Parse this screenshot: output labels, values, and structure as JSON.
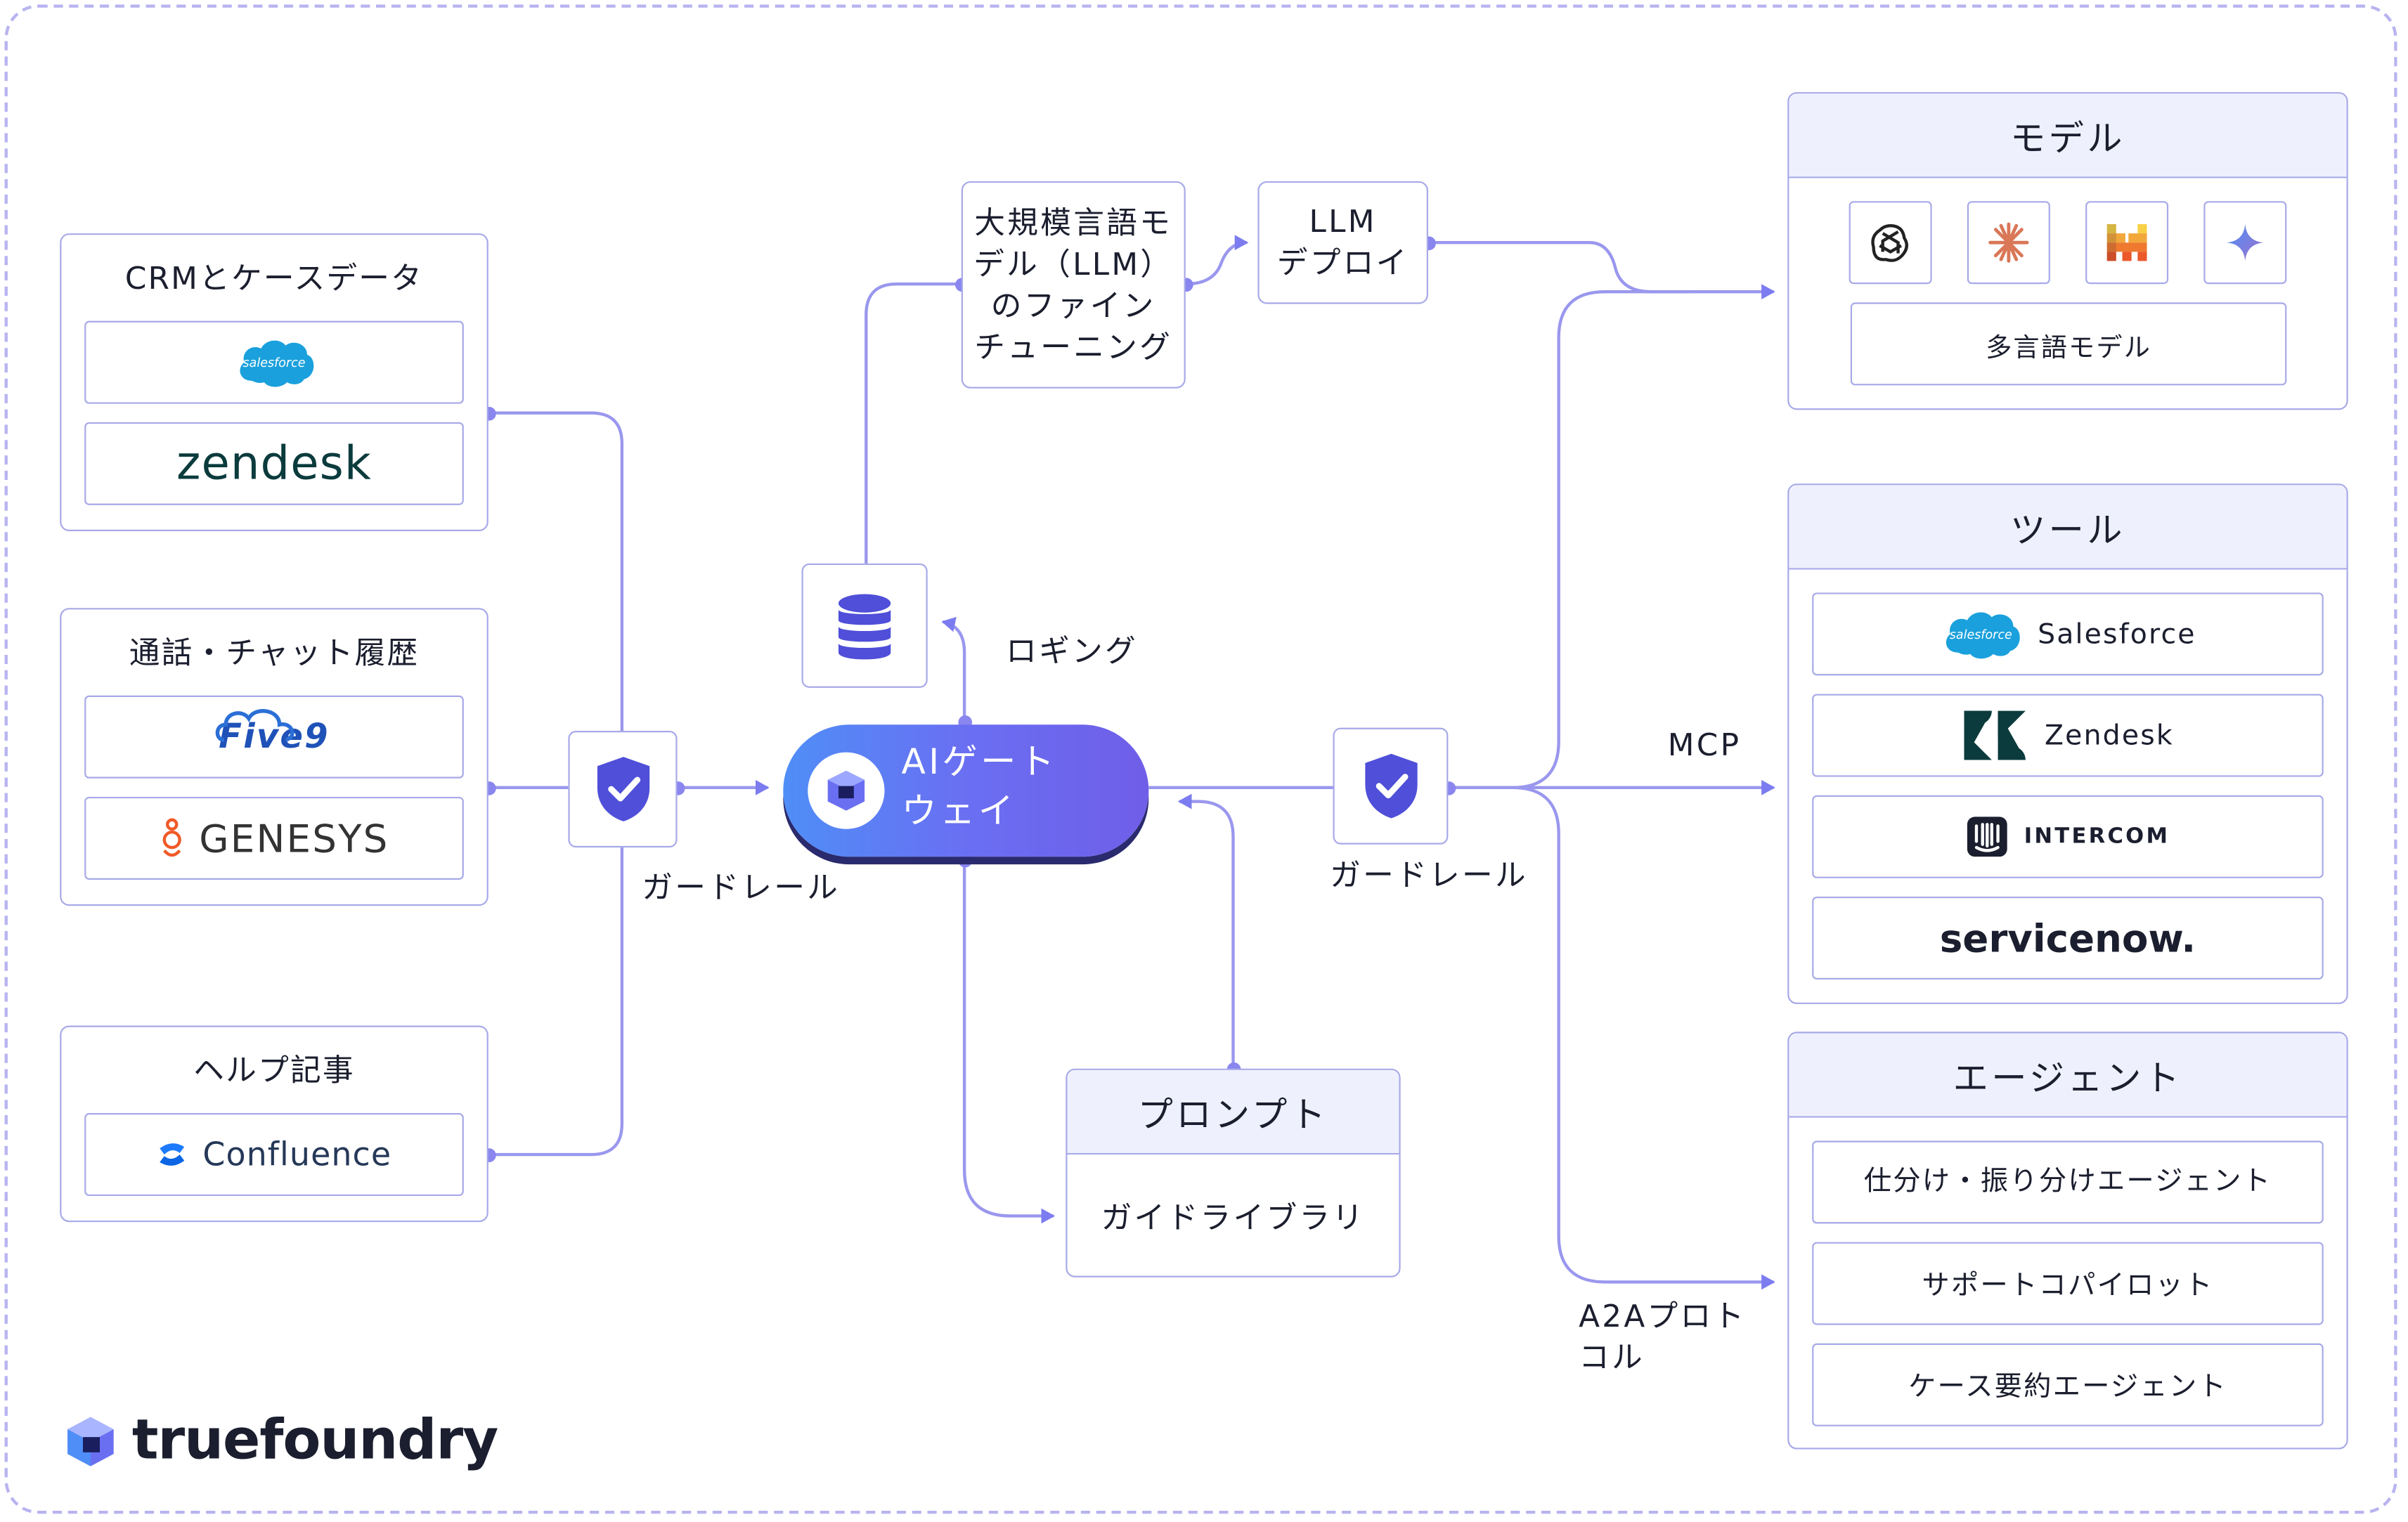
{
  "sources": {
    "crm": {
      "title": "CRMとケースデータ",
      "items": [
        "salesforce",
        "zendesk"
      ]
    },
    "history": {
      "title": "通話・チャット履歴",
      "items": [
        "Five9",
        "GENESYS"
      ]
    },
    "help": {
      "title": "ヘルプ記事",
      "items": [
        "Confluence"
      ]
    }
  },
  "guardrail_left_label": "ガードレール",
  "guardrail_right_label": "ガードレール",
  "gateway": {
    "line1": "AIゲート",
    "line2": "ウェイ"
  },
  "logging_label": "ロギング",
  "finetune": {
    "lines": [
      "大規模言語モ",
      "デル（LLM）",
      "のファイン",
      "チューニング"
    ]
  },
  "deploy": {
    "lines": [
      "LLM",
      "デプロイ"
    ]
  },
  "prompt": {
    "title": "プロンプト",
    "item": "ガイドライブラリ"
  },
  "models": {
    "title": "モデル",
    "icons": [
      "openai-icon",
      "anthropic-icon",
      "mistral-icon",
      "gemini-icon"
    ],
    "multilingual": "多言語モデル"
  },
  "tools": {
    "title": "ツール",
    "items": [
      "Salesforce",
      "Zendesk",
      "INTERCOM",
      "servicenow."
    ]
  },
  "agents": {
    "title": "エージェント",
    "items": [
      "仕分け・振り分けエージェント",
      "サポートコパイロット",
      "ケース要約エージェント"
    ]
  },
  "mcp_label": "MCP",
  "a2a_label": [
    "A2Aプロト",
    "コル"
  ],
  "brand": "truefoundry",
  "colors": {
    "accent": "#7c7cf0",
    "border": "#a7a9e8",
    "panel_head": "#eef0fd",
    "gateway_start": "#4f8ef7",
    "gateway_end": "#6f5ee8",
    "shield": "#4f4fd9"
  }
}
